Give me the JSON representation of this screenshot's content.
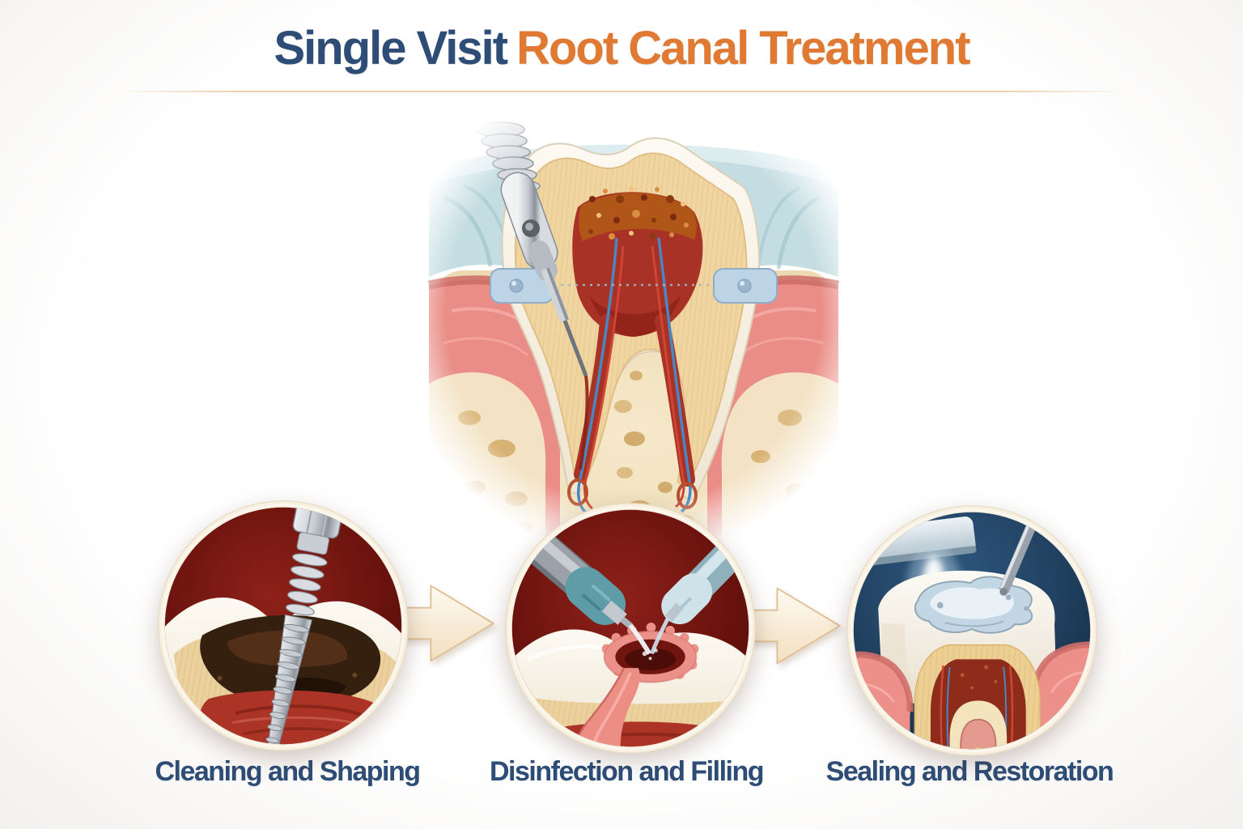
{
  "title": {
    "part1": "Single Visit",
    "part2": "Root Canal Treatment"
  },
  "main_illustration": {
    "name": "molar-cross-section-during-root-canal",
    "elements": [
      "dental-handpiece-file",
      "rubber-dam",
      "rubber-dam-clamp",
      "enamel-crown",
      "dentin",
      "infected-pulp",
      "root-canals-with-vessels",
      "gums",
      "jaw-bone"
    ]
  },
  "steps": [
    {
      "label": "Cleaning and Shaping",
      "illustration": "rotary-file-removing-decayed-pulp"
    },
    {
      "label": "Disinfection and Filling",
      "illustration": "irrigation-instruments-cleaning-open-canal"
    },
    {
      "label": "Sealing and Restoration",
      "illustration": "filling-placement-under-curing-light"
    }
  ],
  "connectors": [
    {
      "icon": "arrow-right-icon"
    },
    {
      "icon": "arrow-right-icon"
    }
  ],
  "colors": {
    "title_primary": "#2d4d77",
    "title_accent": "#e07a33",
    "label_text": "#2d4d77",
    "arrow_fill": "#f7e8cd",
    "arrow_stroke": "#e2c096",
    "circle_ring": "#f8f1e2",
    "step_bg_red": "#6b130d",
    "step_bg_navy": "#1c3a5e",
    "enamel": "#f7f1e5",
    "dentin": "#eed29c",
    "pulp_red": "#a93226",
    "infection_orange": "#b05a17",
    "gum_pink": "#ee8f88",
    "bone_cream": "#f3e5c6",
    "rubber_dam_blue": "#c3dde2",
    "instrument_silver": "#c3c9cf",
    "vessel_blue": "#4a86c2",
    "vessel_red": "#d04433"
  }
}
